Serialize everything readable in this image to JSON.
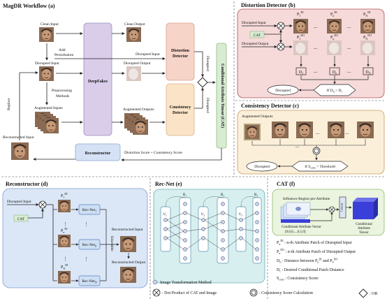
{
  "workflow": {
    "title": "MagDR Workflow (a)",
    "clean_input": "Clean Input",
    "add_perturbation": "Add Perturbation",
    "disrupted_input": "Disrupted Input",
    "preprocessing": "Prepocessing Methods",
    "augmented_inputs": "Augmented Inputs",
    "reconstructed_input": "Reconstructed Input",
    "replace": "Replace",
    "deepfakes": "DeepFakes",
    "clean_output": "Clean Output",
    "disrupted_output": "Disrupted Output",
    "disrupted_input_arrow": "Disrupted Input",
    "augmented_outputs": "Augmented Outputs",
    "distortion_detector": "Distortion Detector",
    "consistency_detector": "Consistency Detector",
    "disrupted_label_1": "Disrupted",
    "disrupted_label_2": "Disrupted",
    "cat_box": "Conditional Attribute Tensor (CAT)",
    "reconstructor": "Reconstructor",
    "score_text": "Distortion Score + Consistency Score"
  },
  "distortion_panel": {
    "title": "Distortion Detector (b)",
    "disrupted_input": "Disrupted Input",
    "cat": "CAT",
    "disrupted_output": "Disrupted Output",
    "p1di": "P1DI",
    "pndi": "PnDI",
    "pNdi": "PNDI",
    "p1do": "P1DO",
    "pndo": "PnDO",
    "pNdo": "PNDO",
    "d1": "D1",
    "dn": "Dn",
    "dN": "DN",
    "dots": "...",
    "disrupted": "Disrupted",
    "condition": "If Dn > Dc"
  },
  "consistency_panel": {
    "title": "Consistency Detector (c)",
    "augmented_outputs": "Augmented Outputs",
    "disrupted": "Disrupted",
    "condition": "If Scons > Threshold",
    "dots": "..."
  },
  "reconstructor_panel": {
    "title": "Reconstructor (d)",
    "disrupted_input": "Disrupted Input",
    "cat": "CAT",
    "p1di": "P1DI",
    "pndi": "PnDI",
    "pNdi": "PNDI",
    "rec1": "Rec-Net1",
    "recn": "Rec-Netn",
    "recN": "Rec-NetN",
    "ensemble": "Ensemble",
    "reconstructed_input": "Reconstructed Input",
    "reconstructed_output": "Reconstructed Output"
  },
  "recnet_panel": {
    "title": "Rec-Net (e)",
    "b1": "B1",
    "b2": "B2",
    "b3": "B3",
    "u1": "U1",
    "u2": "U2",
    "u3": "U3"
  },
  "cat_panel": {
    "title": "CAT (f)",
    "influence": "Influence Region per Attribute",
    "vector_label": "Conditional Attribute Vector",
    "vector_values": "[0,0,0,...,0,1,0]",
    "concat": "Concat",
    "tensor_label": "Conditional Attribute Tensor"
  },
  "legend": {
    "pndi_def": "PnDI : n-th Attribute Patch of Disrupted Input",
    "pndo_def": "PnDO : n-th Attribute Patch of Disrupted Output",
    "dn_def": "Dn : Distance between PnDI and PnDO",
    "dc_def": "Dc : Desired Conditional Patch Distance",
    "scons_def": "Scons : Consistency Score",
    "itm": "Image Transformation Method",
    "dot_product": "Dot Product of CAT and Image",
    "score_calc": ": Consistency Score Calculation",
    "or": ": OR"
  },
  "colors": {
    "deepfakes_fill": "#d9cdea",
    "distortion_fill": "#f7d4c8",
    "consistency_fill": "#fbe3c7",
    "cat_fill": "#d8ecd2",
    "reconstructor_fill": "#d5e2f5",
    "panel_b_fill": "#f6d9d9",
    "panel_c_fill": "#fbefd9",
    "panel_d_fill": "#dbe7f7",
    "panel_e_fill": "#d7efef",
    "panel_f_fill": "#eaf4de",
    "recnet_box": "#cddff3",
    "tensor_blue": "#3b3fd9"
  }
}
